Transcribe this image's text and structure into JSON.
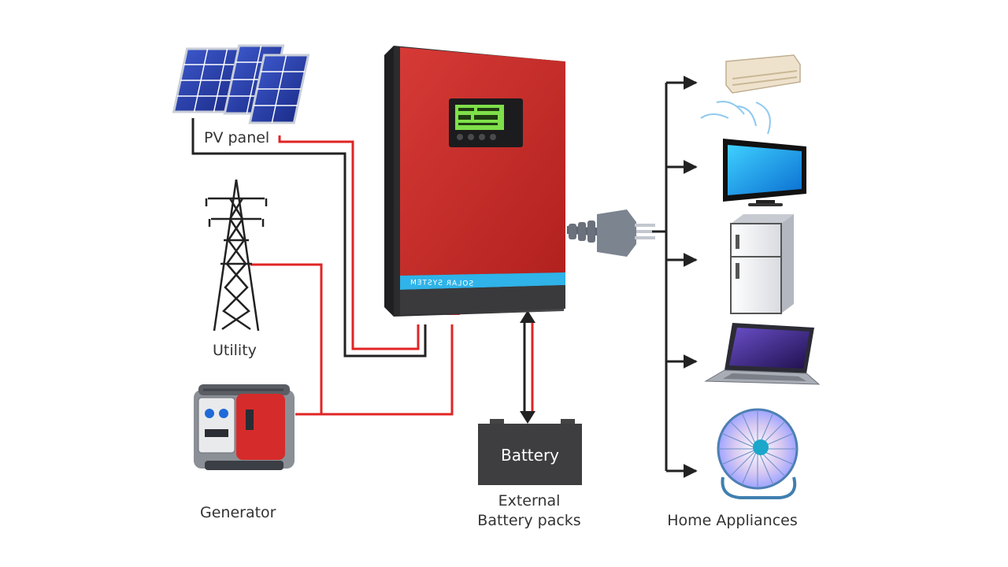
{
  "sources": {
    "pv_panel": "PV panel",
    "utility": "Utility",
    "generator": "Generator"
  },
  "inverter": {
    "brand_mirrored": "SOLAR SYSTEM"
  },
  "battery": {
    "label": "Battery",
    "caption_line1": "External",
    "caption_line2": "Battery packs"
  },
  "appliances": {
    "caption": "Home Appliances",
    "items": [
      "air-conditioner",
      "television",
      "refrigerator",
      "laptop",
      "fan"
    ]
  },
  "colors": {
    "inverter_red": "#c62a2a",
    "inverter_dark": "#3a3a3c",
    "accent_blue": "#2fb3e8",
    "lcd_green": "#7fe04a",
    "wire_red": "#e02424",
    "wire_black": "#222222"
  }
}
